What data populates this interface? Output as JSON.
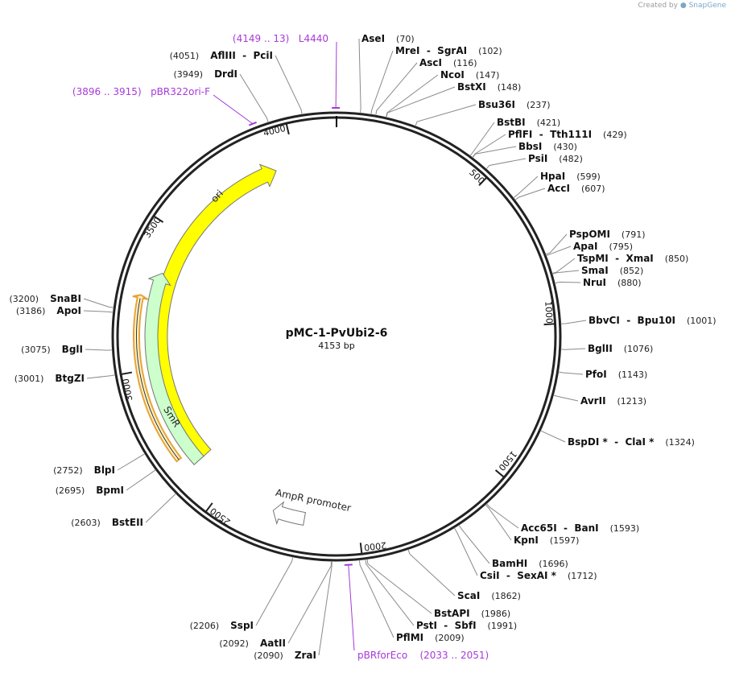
{
  "credit": {
    "prefix": "Created by",
    "brand": "SnapGene"
  },
  "plasmid": {
    "name": "pMC-1-PvUbi2-6",
    "size": "4153 bp"
  },
  "ticks": [
    "500",
    "1000",
    "1500",
    "2000",
    "2500",
    "3000",
    "3500",
    "4000"
  ],
  "features": [
    {
      "name": "ori",
      "color": "#ffff00"
    },
    {
      "name": "SmR",
      "color": "#ccffcc"
    },
    {
      "name": "AmpR promoter",
      "color": "#ffffff"
    }
  ],
  "primers": [
    {
      "pos": "(4149 .. 13)",
      "name": "L4440"
    },
    {
      "pos": "(3896 .. 3915)",
      "name": "pBR322ori-F"
    },
    {
      "pos": "(2033 .. 2051)",
      "name": "pBRforEco"
    }
  ],
  "sites": [
    {
      "name": "AseI",
      "pos": "(70)"
    },
    {
      "name": "MreI",
      "name2": "SgrAI",
      "pos": "(102)"
    },
    {
      "name": "AscI",
      "pos": "(116)"
    },
    {
      "name": "NcoI",
      "pos": "(147)"
    },
    {
      "name": "BstXI",
      "pos": "(148)"
    },
    {
      "name": "Bsu36I",
      "pos": "(237)"
    },
    {
      "name": "BstBI",
      "pos": "(421)"
    },
    {
      "name": "PflFI",
      "name2": "Tth111I",
      "pos": "(429)"
    },
    {
      "name": "BbsI",
      "pos": "(430)"
    },
    {
      "name": "PsiI",
      "pos": "(482)"
    },
    {
      "name": "HpaI",
      "pos": "(599)"
    },
    {
      "name": "AccI",
      "pos": "(607)"
    },
    {
      "name": "PspOMI",
      "pos": "(791)"
    },
    {
      "name": "ApaI",
      "pos": "(795)"
    },
    {
      "name": "TspMI",
      "name2": "XmaI",
      "pos": "(850)"
    },
    {
      "name": "SmaI",
      "pos": "(852)"
    },
    {
      "name": "NruI",
      "pos": "(880)"
    },
    {
      "name": "BbvCI",
      "name2": "Bpu10I",
      "pos": "(1001)"
    },
    {
      "name": "BglII",
      "pos": "(1076)"
    },
    {
      "name": "PfoI",
      "pos": "(1143)"
    },
    {
      "name": "AvrII",
      "pos": "(1213)"
    },
    {
      "name": "BspDI *",
      "name2": "ClaI *",
      "pos": "(1324)"
    },
    {
      "name": "Acc65I",
      "name2": "BanI",
      "pos": "(1593)"
    },
    {
      "name": "KpnI",
      "pos": "(1597)"
    },
    {
      "name": "BamHI",
      "pos": "(1696)"
    },
    {
      "name": "CsiI",
      "name2": "SexAI *",
      "pos": "(1712)"
    },
    {
      "name": "ScaI",
      "pos": "(1862)"
    },
    {
      "name": "BstAPI",
      "pos": "(1986)"
    },
    {
      "name": "PstI",
      "name2": "SbfI",
      "pos": "(1991)"
    },
    {
      "name": "PflMI",
      "pos": "(2009)"
    },
    {
      "name": "ZraI",
      "pos": "(2090)"
    },
    {
      "name": "AatII",
      "pos": "(2092)"
    },
    {
      "name": "SspI",
      "pos": "(2206)"
    },
    {
      "name": "BstEII",
      "pos": "(2603)"
    },
    {
      "name": "BpmI",
      "pos": "(2695)"
    },
    {
      "name": "BlpI",
      "pos": "(2752)"
    },
    {
      "name": "BtgZI",
      "pos": "(3001)"
    },
    {
      "name": "BglI",
      "pos": "(3075)"
    },
    {
      "name": "ApoI",
      "pos": "(3186)"
    },
    {
      "name": "SnaBI",
      "pos": "(3200)"
    },
    {
      "name": "DrdI",
      "pos": "(3949)"
    },
    {
      "name": "AflIII",
      "name2": "PciI",
      "pos": "(4051)"
    }
  ]
}
